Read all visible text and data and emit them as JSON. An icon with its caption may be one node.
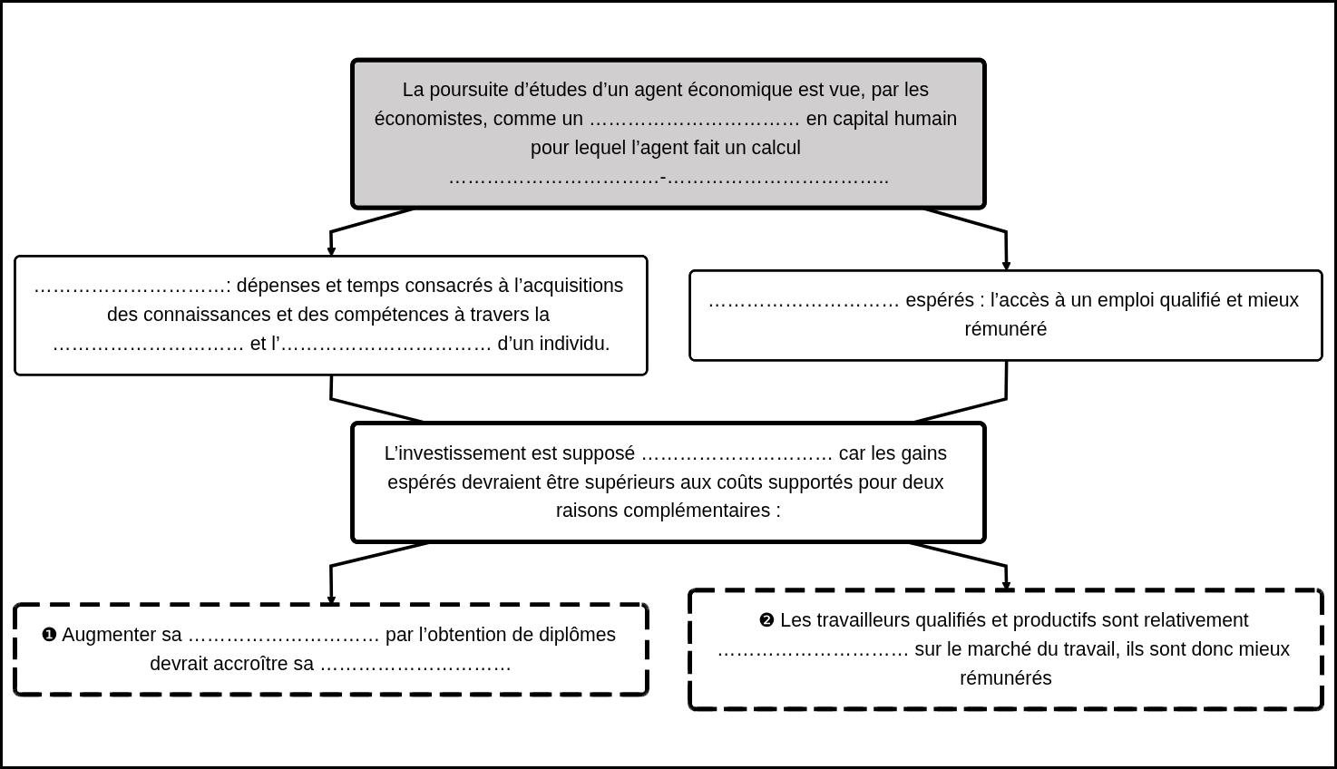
{
  "diagram": {
    "nodes": [
      {
        "text": [
          "La poursuite d’études d’un agent économique est vue, par les économistes, comme un …………………………… en capital humain pour lequel l’agent fait un calcul ……………………………-…………………………….."
        ]
      },
      {
        "text": [
          "…………………………: dépenses et temps consacrés à l’acquisitions des connaissances et des compétences à travers la ………………………… et l’…………………………… d’un individu."
        ]
      },
      {
        "text": [
          "………………………… espérés : l’accès à un emploi qualifié et mieux rémunéré"
        ]
      },
      {
        "text": [
          "L’investissement est supposé ………………………… car les gains espérés devraient être supérieurs aux coûts supportés pour deux raisons complémentaires :"
        ]
      },
      {
        "text": [
          "❶ Augmenter sa ………………………… par l’obtention de diplômes devrait accroître sa …………………………"
        ]
      },
      {
        "text": [
          "❷ Les travailleurs qualifiés et productifs sont relativement ………………………… sur le marché du travail, ils sont donc mieux rémunérés"
        ]
      }
    ],
    "edges": [
      {
        "from": 0,
        "to": 1,
        "arrow": "to"
      },
      {
        "from": 0,
        "to": 2,
        "arrow": "to"
      },
      {
        "from": 1,
        "to": 3,
        "arrow": "none"
      },
      {
        "from": 2,
        "to": 3,
        "arrow": "none"
      },
      {
        "from": 3,
        "to": 4,
        "arrow": "to"
      },
      {
        "from": 3,
        "to": 5,
        "arrow": "to"
      }
    ]
  }
}
